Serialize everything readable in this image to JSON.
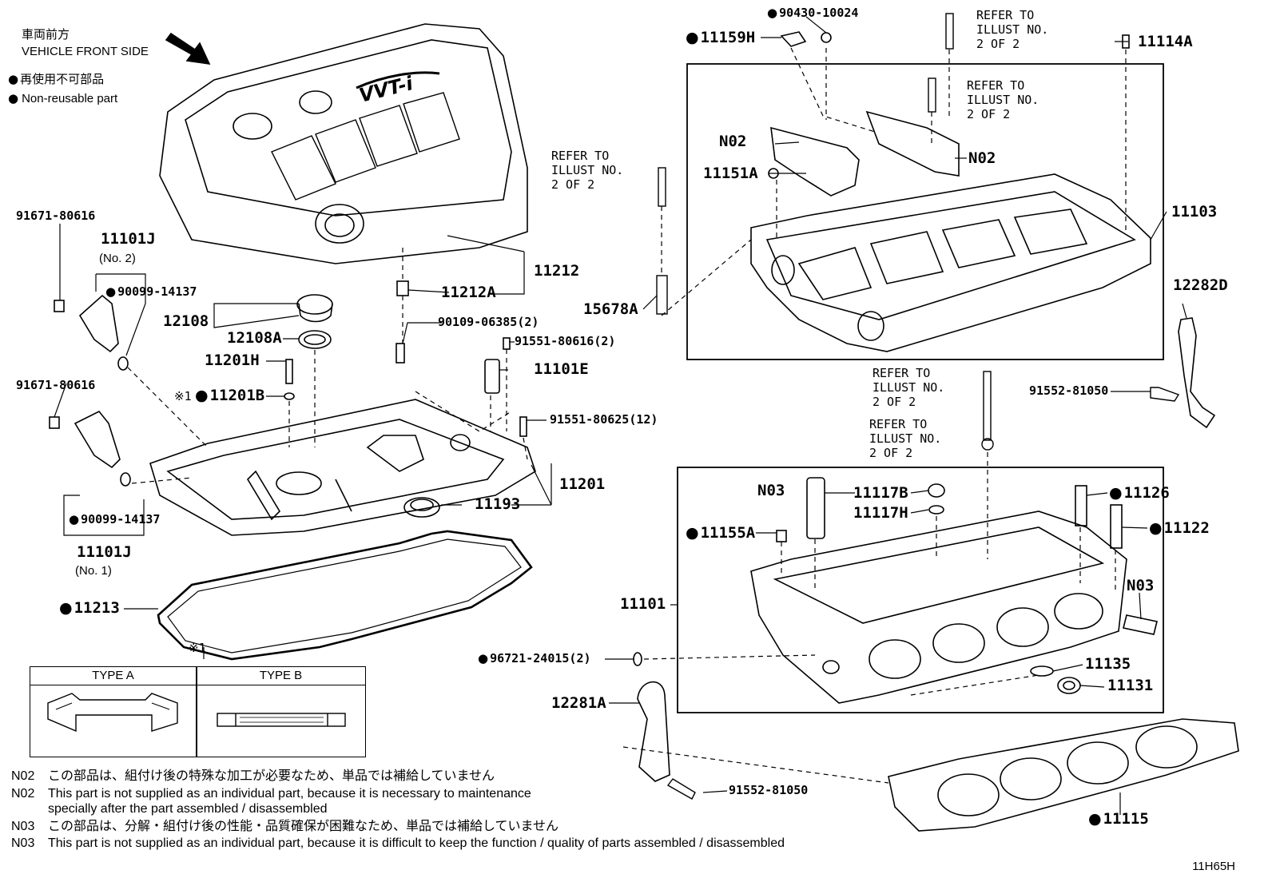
{
  "header": {
    "front_jp": "車両前方",
    "front_en": "VEHICLE FRONT SIDE",
    "legend_jp": "再使用不可部品",
    "legend_en": "Non-reusable part"
  },
  "cover_logo": "VVT-i",
  "refer_text": "REFER TO\nILLUST NO.\n2 OF 2",
  "labels": {
    "p90430": "90430-10024",
    "p11159h": "11159H",
    "p11114a": "11114A",
    "p_n02a": "N02",
    "p_n02b": "N02",
    "p11151a": "11151A",
    "p11103": "11103",
    "p15678a": "15678A",
    "p12282d": "12282D",
    "p91671a": "91671-80616",
    "p11101j2": "11101J",
    "p11101j2_sub": "(No. 2)",
    "p90099a": "90099-14137",
    "p12108": "12108",
    "p12108a": "12108A",
    "p11212": "11212",
    "p11212a": "11212A",
    "p90109": "90109-06385(2)",
    "p91551a": "91551-80616(2)",
    "p11101e": "11101E",
    "p11201h": "11201H",
    "p_mark1": "※1",
    "p11201b": "11201B",
    "p91551b": "91551-80625(12)",
    "p91552a": "91552-81050",
    "p91671b": "91671-80616",
    "p11201": "11201",
    "p11193": "11193",
    "p90099b": "90099-14137",
    "p11101j1": "11101J",
    "p11101j1_sub": "(No. 1)",
    "p_n03a": "N03",
    "p11117b": "11117B",
    "p11117h": "11117H",
    "p11126": "11126",
    "p11122": "11122",
    "p11155a": "11155A",
    "p11101": "11101",
    "p_n03b": "N03",
    "p11213": "11213",
    "p_mark2": "※1",
    "p96721": "96721-24015(2)",
    "p11135": "11135",
    "p11131": "11131",
    "p12281a": "12281A",
    "p91552b": "91552-81050",
    "p11115": "11115"
  },
  "table": {
    "type_a": "TYPE A",
    "type_b": "TYPE B"
  },
  "notes": [
    {
      "code": "N02",
      "text": "この部品は、組付け後の特殊な加工が必要なため、単品では補給していません"
    },
    {
      "code": "N02",
      "text": "This part is not supplied as an individual part, because it is necessary to maintenance",
      "text2": "specially after the part assembled / disassembled"
    },
    {
      "code": "N03",
      "text": "この部品は、分解・組付け後の性能・品質確保が困難なため、単品では補給していません"
    },
    {
      "code": "N03",
      "text": "This part is not supplied as an individual part, because it is difficult to keep the function / quality of parts  assembled / disassembled"
    }
  ],
  "illustration_code": "11H65H"
}
